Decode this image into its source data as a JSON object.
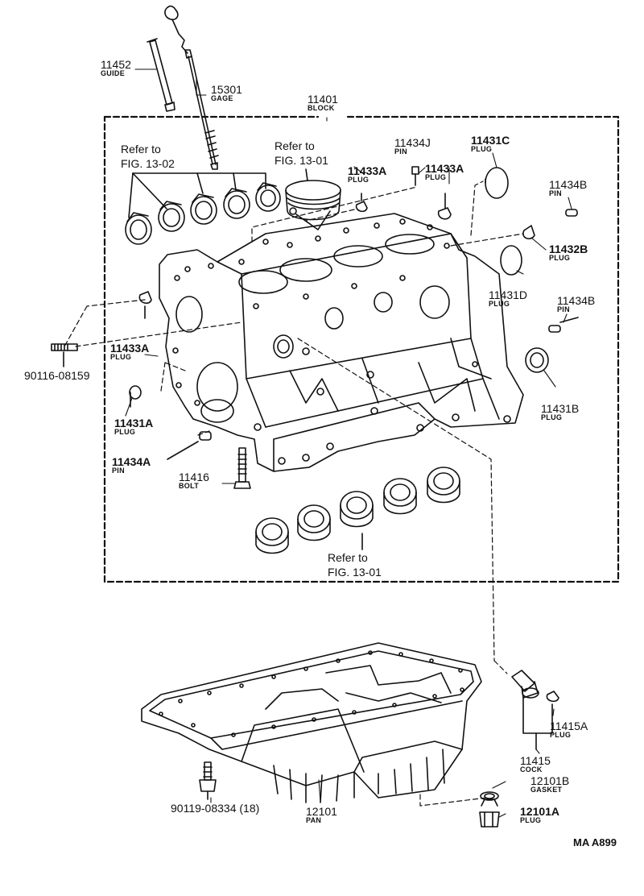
{
  "diagram": {
    "corner_code": "MA A899",
    "refer_top_left": {
      "line1": "Refer to",
      "line2": "FIG. 13-02"
    },
    "refer_top_mid": {
      "line1": "Refer to",
      "line2": "FIG. 13-01"
    },
    "refer_bottom": {
      "line1": "Refer to",
      "line2": "FIG. 13-01"
    },
    "parts": [
      {
        "id": "p11452",
        "number": "11452",
        "name": "GUIDE"
      },
      {
        "id": "p15301",
        "number": "15301",
        "name": "GAGE"
      },
      {
        "id": "p11401",
        "number": "11401",
        "name": "BLOCK"
      },
      {
        "id": "p11434J",
        "number": "11434J",
        "name": "PIN"
      },
      {
        "id": "p11431C",
        "number": "11431C",
        "name": "PLUG"
      },
      {
        "id": "p11433A_a",
        "number": "11433A",
        "name": "PLUG"
      },
      {
        "id": "p11433A_b",
        "number": "11433A",
        "name": "PLUG"
      },
      {
        "id": "p11434B_a",
        "number": "11434B",
        "name": "PIN"
      },
      {
        "id": "p11432B",
        "number": "11432B",
        "name": "PLUG"
      },
      {
        "id": "p11431D",
        "number": "11431D",
        "name": "PLUG"
      },
      {
        "id": "p11434B_b",
        "number": "11434B",
        "name": "PIN"
      },
      {
        "id": "p11433A_c",
        "number": "11433A",
        "name": "PLUG"
      },
      {
        "id": "p90116",
        "number": "90116-08159",
        "name": ""
      },
      {
        "id": "p11431B",
        "number": "11431B",
        "name": "PLUG"
      },
      {
        "id": "p11431A",
        "number": "11431A",
        "name": "PLUG"
      },
      {
        "id": "p11434A",
        "number": "11434A",
        "name": "PIN"
      },
      {
        "id": "p11416",
        "number": "11416",
        "name": "BOLT"
      },
      {
        "id": "p11415A",
        "number": "11415A",
        "name": "PLUG"
      },
      {
        "id": "p11415",
        "number": "11415",
        "name": "COCK"
      },
      {
        "id": "p12101B",
        "number": "12101B",
        "name": "GASKET"
      },
      {
        "id": "p90119",
        "number": "90119-08334 (18)",
        "name": ""
      },
      {
        "id": "p12101",
        "number": "12101",
        "name": "PAN"
      },
      {
        "id": "p12101A",
        "number": "12101A",
        "name": "PLUG"
      }
    ]
  }
}
